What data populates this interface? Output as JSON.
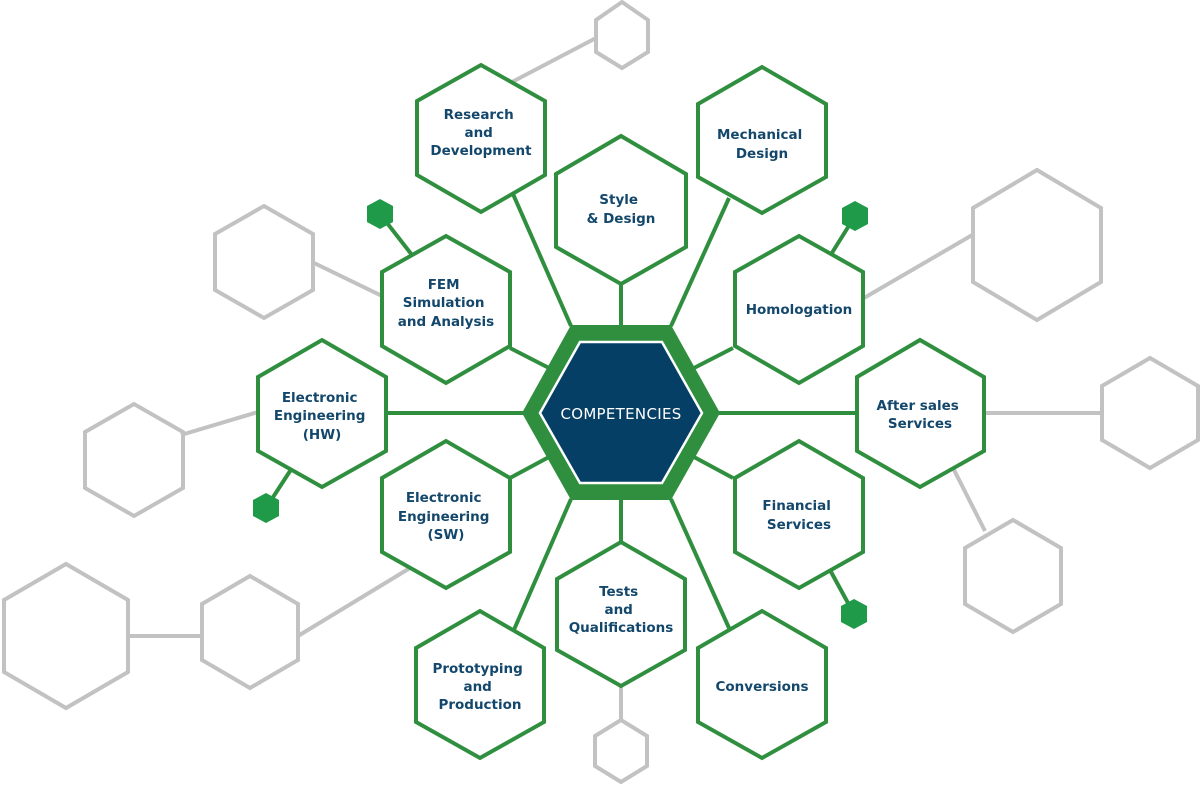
{
  "colors": {
    "green": "#2f8f3f",
    "green_dot": "#1e9a48",
    "navy": "#063f66",
    "gray": "#c2c2c2",
    "text": "#13476b",
    "center_text": "#ffffff"
  },
  "center": {
    "label": "COMPETENCIES"
  },
  "nodes": [
    {
      "id": "research-development",
      "lines": [
        "Research",
        "and",
        "Development"
      ]
    },
    {
      "id": "mechanical-design",
      "lines": [
        "Mechanical",
        "Design"
      ]
    },
    {
      "id": "style-design",
      "lines": [
        "Style",
        "& Design"
      ]
    },
    {
      "id": "fem-simulation",
      "lines": [
        "FEM",
        "Simulation",
        "and Analysis"
      ]
    },
    {
      "id": "homologation",
      "lines": [
        "Homologation"
      ]
    },
    {
      "id": "electronic-engineering-hw",
      "lines": [
        "Electronic",
        "Engineering",
        "(HW)"
      ]
    },
    {
      "id": "after-sales-services",
      "lines": [
        "After sales",
        "Services"
      ]
    },
    {
      "id": "electronic-engineering-sw",
      "lines": [
        "Electronic",
        "Engineering",
        "(SW)"
      ]
    },
    {
      "id": "financial-services",
      "lines": [
        "Financial",
        "Services"
      ]
    },
    {
      "id": "tests-qualifications",
      "lines": [
        "Tests",
        "and",
        "Qualifications"
      ]
    },
    {
      "id": "prototyping-production",
      "lines": [
        "Prototyping",
        "and",
        "Production"
      ]
    },
    {
      "id": "conversions",
      "lines": [
        "Conversions"
      ]
    }
  ]
}
